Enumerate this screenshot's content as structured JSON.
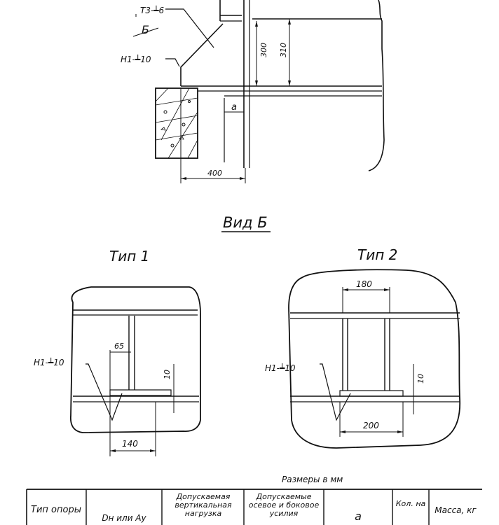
{
  "drawing": {
    "weld_top": "T3-┷6",
    "weld_top_sym": "Б",
    "weld_mid": "H1-┷10",
    "dim_300": "300",
    "dim_310": "310",
    "dim_a": "a",
    "dim_400": "400",
    "view_title": "Вид Б",
    "type1": {
      "title": "Тип 1",
      "dim_65": "65",
      "weld": "H1-┷10",
      "dim_10": "10",
      "dim_140": "140"
    },
    "type2": {
      "title": "Тип 2",
      "dim_180": "180",
      "weld": "H1-┷10",
      "dim_10": "10",
      "dim_200": "200"
    },
    "units_note": "Размеры в мм"
  },
  "table": {
    "headers": [
      "Тип опоры",
      "Dн или Ау",
      "Допускаемая вертикальная нагрузка",
      "Допускаемые осевое и боковое усилия",
      "a",
      "Кол. на",
      "Масса, кг"
    ]
  }
}
